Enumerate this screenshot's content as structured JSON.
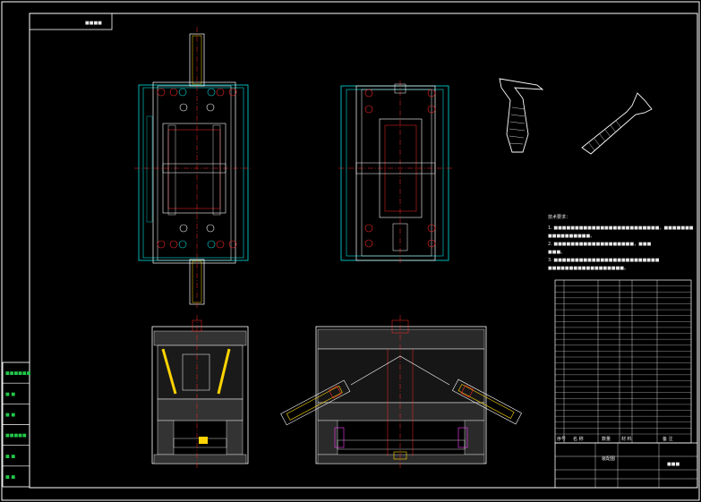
{
  "colors": {
    "background": "#000000",
    "frame": "#ffffff",
    "cyan": "#00e0e0",
    "red": "#ff2a2a",
    "yellow": "#ffd400",
    "green": "#22c84a",
    "magenta": "#ff40ff"
  },
  "title_block": {
    "tag": "■■■■"
  },
  "side_panel": {
    "rows": [
      "■■■■■■",
      "■ ■",
      "■ ■",
      "■■■■■",
      "■ ■",
      "■ ■"
    ]
  },
  "notes": {
    "heading": "技术要求：",
    "lines": [
      "1. ■■■■■■■■■■■■■■■■■■■■■■■■■，■■■■■■■",
      "■■■■■■■■■■。",
      "2. ■■■■■■■■■■■■■■■■■■■，■■■",
      "■■■。",
      "3. ■■■■■■■■■■■■■■■■■■■■■■■■■",
      "■■■■■■■■■■■■■■■■■■。"
    ]
  },
  "parts_table": {
    "header": [
      "序号",
      "名 称",
      "数量",
      "材 料",
      "备 注"
    ],
    "row_count": 26
  },
  "main_title_block": {
    "drawing_name": "装配图",
    "company": "■■■"
  },
  "product_views": {
    "count": 2,
    "description_icons": [
      "razor-handle-front-icon",
      "razor-handle-angled-icon"
    ]
  }
}
